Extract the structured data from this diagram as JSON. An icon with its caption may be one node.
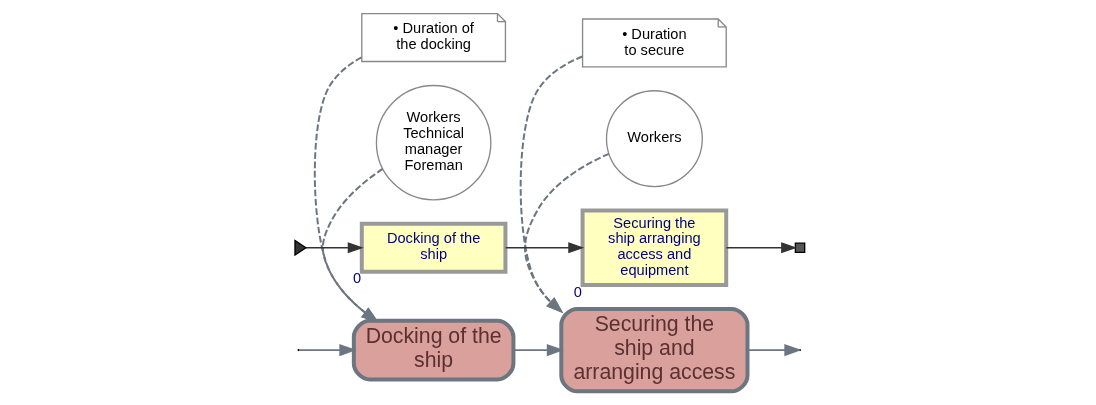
{
  "diagram": {
    "nodes": [
      {
        "text": [
          "• Duration of the docking"
        ]
      },
      {
        "text": [
          "• Duration to secure"
        ]
      },
      {
        "text": [
          "Docking of the ship"
        ]
      },
      {
        "text": [
          "Securing the ship and arranging access"
        ]
      },
      {
        "text": [
          "Workers Technical manager Foreman"
        ]
      },
      {
        "text": [
          "Workers"
        ]
      },
      {
        "text": [],
        "shape": "triangle"
      },
      {
        "text": [
          "Docking of the ship"
        ],
        "beside": [
          "0"
        ]
      },
      {
        "text": [
          "Securing the ship arranging access and equipment"
        ],
        "beside": [
          "0"
        ]
      },
      {
        "text": [],
        "shape": "box"
      }
    ],
    "edges": [
      {
        "from": null,
        "to": 2,
        "arrow": "to"
      },
      {
        "from": 2,
        "to": 3,
        "arrow": "to"
      },
      {
        "from": 3,
        "to": null,
        "arrow": "to"
      },
      {
        "from": 0,
        "to": 2,
        "arrow": "to",
        "style": "dashed"
      },
      {
        "from": 1,
        "to": 3,
        "arrow": "to",
        "style": "dashed"
      },
      {
        "from": 4,
        "to": 2,
        "arrow": "to",
        "style": "dashed"
      },
      {
        "from": 5,
        "to": 3,
        "arrow": "to",
        "style": "dashed"
      },
      {
        "from": 6,
        "to": 7,
        "arrow": "to"
      },
      {
        "from": 7,
        "to": 8,
        "arrow": "to"
      },
      {
        "from": 8,
        "to": 9,
        "arrow": "to"
      }
    ]
  }
}
